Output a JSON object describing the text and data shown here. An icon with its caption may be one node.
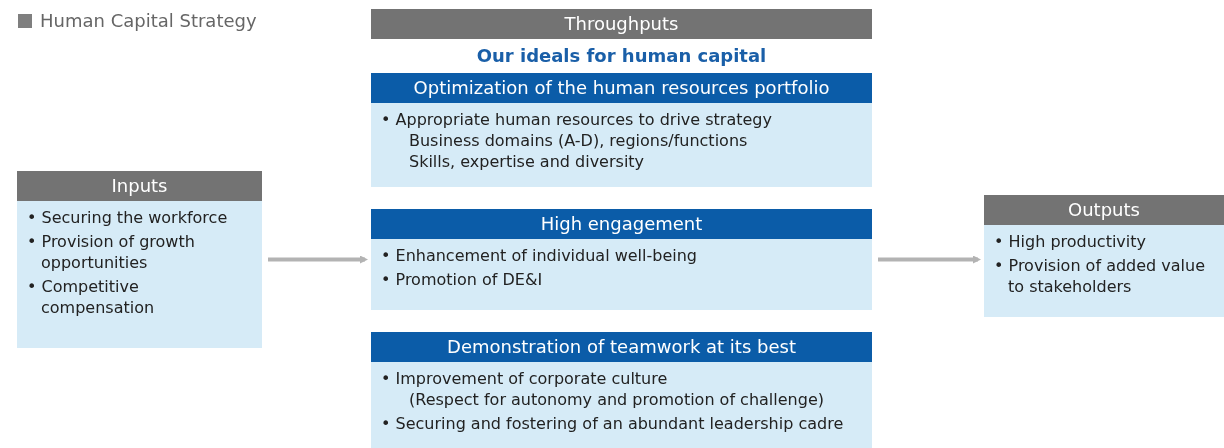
{
  "diagram": {
    "title": "Human Capital Strategy",
    "nodes": [
      {
        "text": [
          "Inputs",
          "• Securing the workforce",
          "• Provision of growth opportunities",
          "• Competitive compensation"
        ]
      },
      {
        "text": [
          "Throughputs"
        ]
      },
      {
        "text": [
          "Optimization of the human resources portfolio",
          "• Appropriate human resources to drive strategy",
          "Business domains (A-D), regions/functions",
          "Skills, expertise and diversity"
        ]
      },
      {
        "text": [
          "High engagement",
          "• Enhancement of individual well-being",
          "• Promotion of DE&I"
        ]
      },
      {
        "text": [
          "Demonstration of teamwork at its best",
          "• Improvement of corporate culture",
          "(Respect for autonomy and promotion of challenge)",
          "• Securing and fostering of an abundant leadership cadre"
        ]
      },
      {
        "text": [
          "Outputs",
          "• High productivity",
          "• Provision of added value to stakeholders"
        ]
      }
    ],
    "edges": [
      {
        "from": 0,
        "to": 3,
        "arrow": "to"
      },
      {
        "from": 3,
        "to": 5,
        "arrow": "to"
      }
    ],
    "labels": [
      "Our ideals for human capital"
    ]
  }
}
